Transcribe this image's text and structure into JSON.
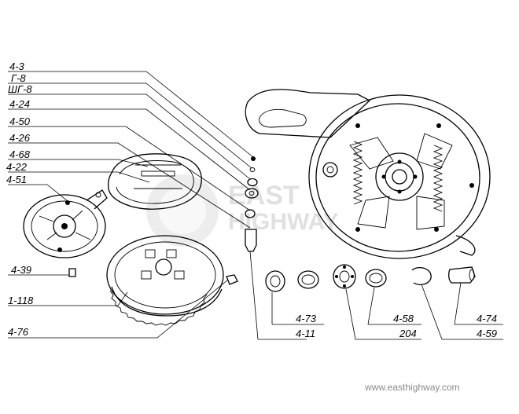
{
  "labels": {
    "l_4_3": "4-3",
    "l_g_8": "Г-8",
    "l_shg_8": "ШГ-8",
    "l_4_24": "4-24",
    "l_4_50": "4-50",
    "l_4_26": "4-26",
    "l_4_68": "4-68",
    "l_4_22": "4-22",
    "l_4_51": "4-51",
    "l_4_39": "4-39",
    "l_1_118": "1-118",
    "l_4_76": "4-76",
    "l_4_73": "4-73",
    "l_4_11": "4-11",
    "l_204": "204",
    "l_4_58": "4-58",
    "l_4_74": "4-74",
    "l_4_59": "4-59"
  },
  "watermark": {
    "line1": "EAST",
    "line2": "HIGHWAY"
  },
  "footer": {
    "url": "www.easthighway.com"
  }
}
